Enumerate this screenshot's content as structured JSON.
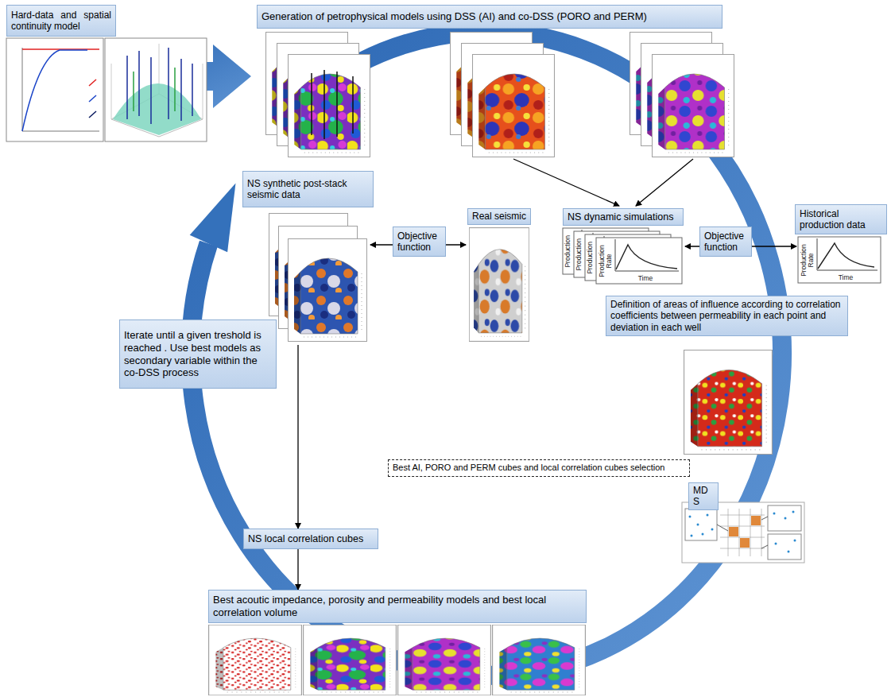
{
  "diagram": {
    "nodes": [
      {
        "text": [
          "Hard-data and spatial continuity model"
        ]
      },
      {
        "text": [
          "Generation of petrophysical models using DSS (AI) and co-DSS (PORO and PERM)"
        ]
      },
      {
        "text": [
          "NS synthetic post-stack seismic data"
        ]
      },
      {
        "text": [
          "Objective function"
        ]
      },
      {
        "text": [
          "Real seismic"
        ]
      },
      {
        "text": [
          "NS dynamic simulations"
        ]
      },
      {
        "text": [
          "Objective function"
        ]
      },
      {
        "text": [
          "Historical production data"
        ]
      },
      {
        "text": [
          "Definition of areas of influence according to correlation coefficients between permeability in each point and deviation in each well"
        ]
      },
      {
        "text": [
          "Iterate until a given treshold is reached . Use best models as secondary variable within the co-DSS process"
        ]
      },
      {
        "text": [
          "Best AI, PORO and PERM cubes and local correlation cubes selection"
        ]
      },
      {
        "text": [
          "MDS"
        ]
      },
      {
        "text": [
          "NS local correlation cubes"
        ]
      },
      {
        "text": [
          "Best acoutic impedance, porosity and permeability models and best local correlation volume"
        ]
      }
    ],
    "edges": [
      {
        "from": 2,
        "to": 12,
        "arrow": "to"
      },
      {
        "from": 12,
        "to": 13,
        "arrow": "to"
      },
      {
        "from": 2,
        "to": 4,
        "arrow": "both"
      },
      {
        "from": 5,
        "to": 7,
        "arrow": "both"
      }
    ],
    "labels": [
      "Production",
      "Production",
      "Production",
      "Production Rate",
      "Time",
      "Production Rate",
      "Time"
    ]
  }
}
